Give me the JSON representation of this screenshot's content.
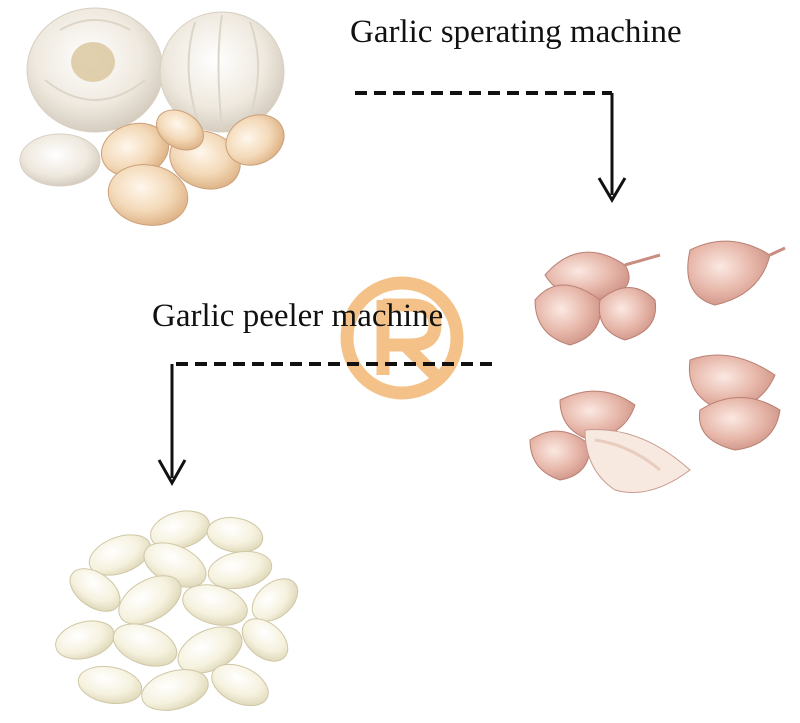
{
  "steps": [
    {
      "label": "Garlic sperating machine",
      "from": "whole-garlic-bulbs",
      "to": "separated-unpeeled-cloves"
    },
    {
      "label": "Garlic peeler machine",
      "from": "separated-unpeeled-cloves",
      "to": "peeled-garlic-cloves"
    }
  ],
  "colors": {
    "line": "#111111",
    "watermark": "#f2b36b",
    "bulb_skin": "#f1ece3",
    "unpeeled_clove": "#e7b7aa",
    "peeled_clove": "#f6f2df"
  },
  "icons": {
    "watermark": "orange-r-logo-watermark",
    "arrow": "dashed-arrow-down"
  }
}
